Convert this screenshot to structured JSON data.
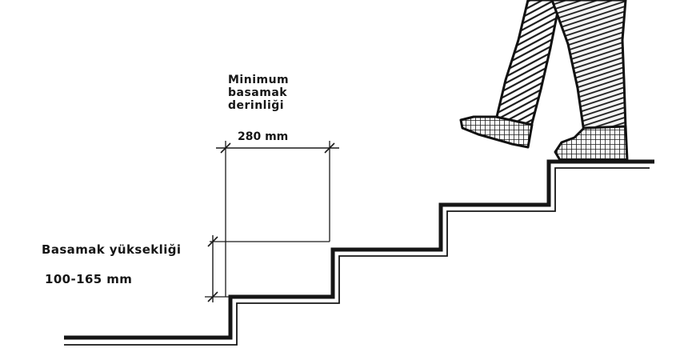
{
  "depth": {
    "label_lines": [
      "Minimum",
      "basamak",
      "derinliği"
    ],
    "value": "280 mm"
  },
  "height": {
    "label": "Basamak yüksekliği",
    "range": "100-165 mm"
  },
  "colors": {
    "ink": "#161616",
    "paper": "#ffffff"
  }
}
